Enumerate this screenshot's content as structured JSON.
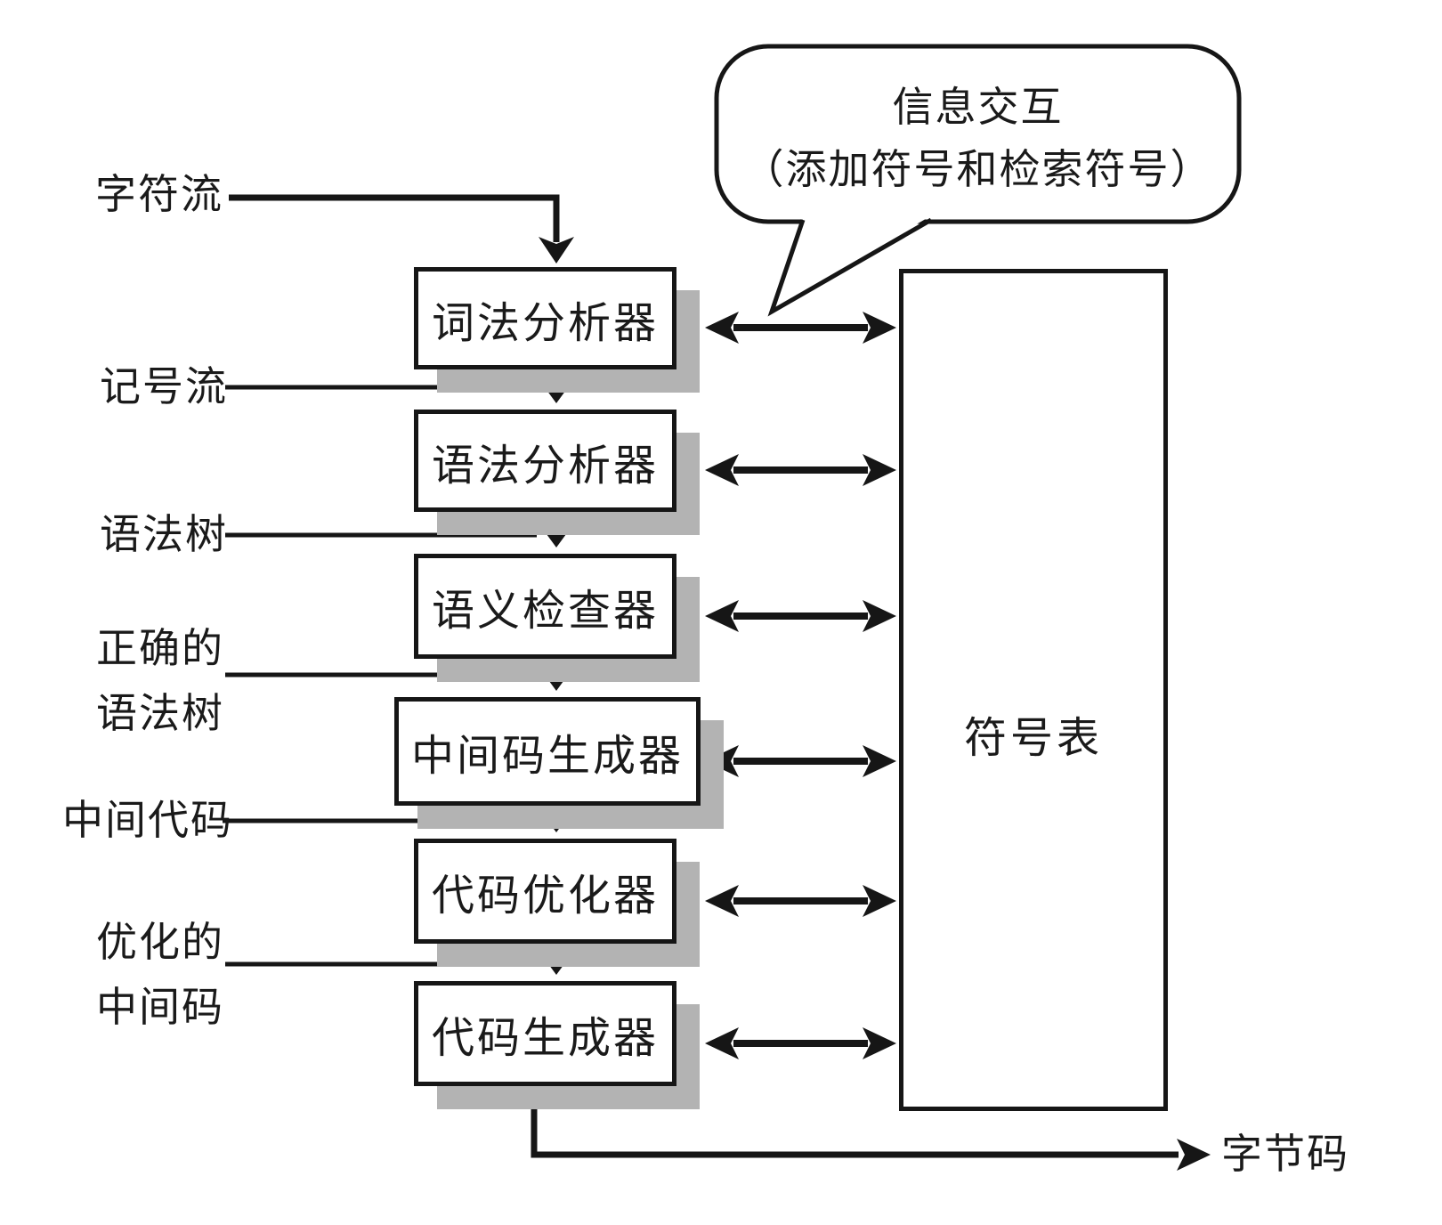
{
  "diagram": {
    "title_implicit": "compiler pipeline with symbol table",
    "bubble": {
      "line1": "信息交互",
      "line2": "（添加符号和检索符号）"
    },
    "stages": [
      {
        "label": "词法分析器"
      },
      {
        "label": "语法分析器"
      },
      {
        "label": "语义检查器"
      },
      {
        "label": "中间码生成器"
      },
      {
        "label": "代码优化器"
      },
      {
        "label": "代码生成器"
      }
    ],
    "flow_labels": [
      {
        "line1": "字符流"
      },
      {
        "line1": "记号流"
      },
      {
        "line1": "语法树"
      },
      {
        "line1": "正确的",
        "line2": "语法树"
      },
      {
        "line1": "中间代码"
      },
      {
        "line1": "优化的",
        "line2": "中间码"
      }
    ],
    "symbol_table": {
      "label": "符号表"
    },
    "output": {
      "label": "字节码"
    },
    "colors": {
      "stroke": "#161616",
      "box_shadow": "#b3b3b3",
      "background": "#ffffff",
      "text": "#1a1a1a"
    }
  }
}
